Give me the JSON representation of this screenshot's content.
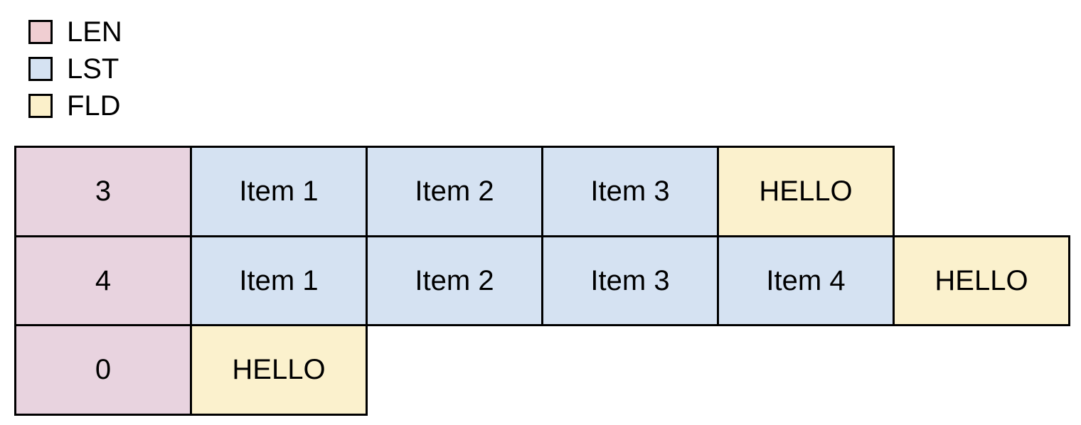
{
  "legend": {
    "items": [
      {
        "id": "len",
        "label": "LEN",
        "color": "#f0ced2"
      },
      {
        "id": "lst",
        "label": "LST",
        "color": "#d5e2f2"
      },
      {
        "id": "fld",
        "label": "FLD",
        "color": "#fbf0ca"
      }
    ]
  },
  "colors": {
    "len_cell": "#e8d3df",
    "lst_cell": "#d5e2f2",
    "fld_cell": "#fbf1cd",
    "border": "#000000"
  },
  "table": {
    "rows": [
      {
        "cells": [
          {
            "text": "3",
            "type": "len"
          },
          {
            "text": "Item 1",
            "type": "lst"
          },
          {
            "text": "Item 2",
            "type": "lst"
          },
          {
            "text": "Item 3",
            "type": "lst"
          },
          {
            "text": "HELLO",
            "type": "fld"
          }
        ]
      },
      {
        "cells": [
          {
            "text": "4",
            "type": "len"
          },
          {
            "text": "Item 1",
            "type": "lst"
          },
          {
            "text": "Item 2",
            "type": "lst"
          },
          {
            "text": "Item 3",
            "type": "lst"
          },
          {
            "text": "Item 4",
            "type": "lst"
          },
          {
            "text": "HELLO",
            "type": "fld"
          }
        ]
      },
      {
        "cells": [
          {
            "text": "0",
            "type": "len"
          },
          {
            "text": "HELLO",
            "type": "fld"
          }
        ]
      }
    ]
  }
}
